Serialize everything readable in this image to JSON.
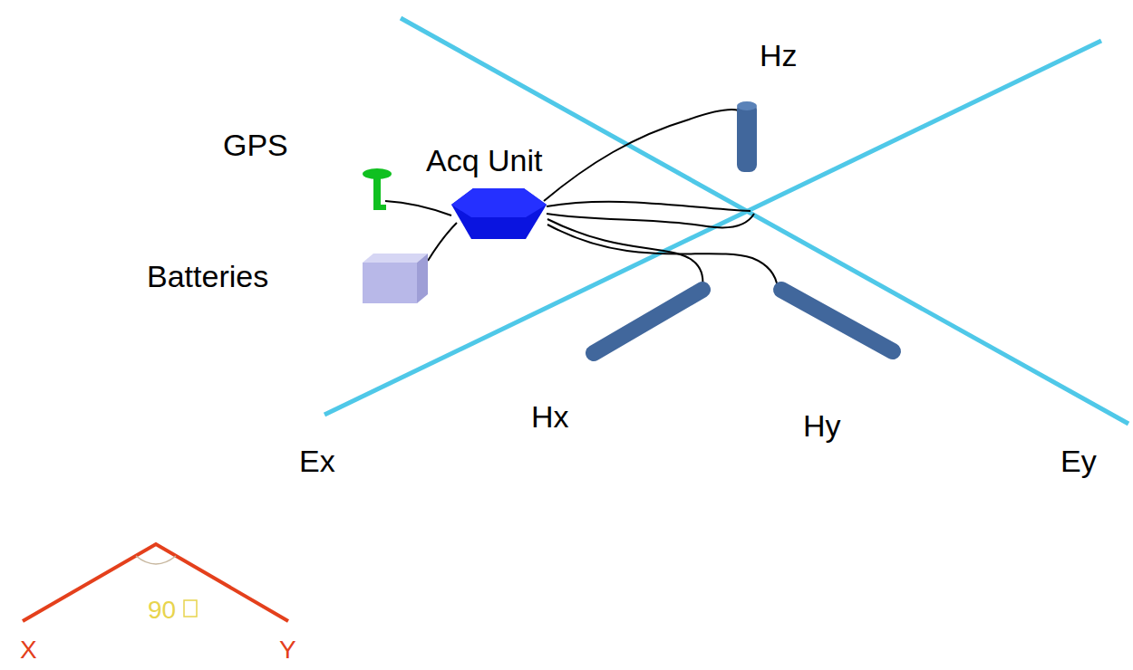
{
  "diagram": {
    "labels": [
      "Hz",
      "GPS",
      "Acq Unit",
      "Batteries",
      "Hx",
      "Hy",
      "Ex",
      "Ey",
      "X",
      "Y",
      "90"
    ]
  }
}
